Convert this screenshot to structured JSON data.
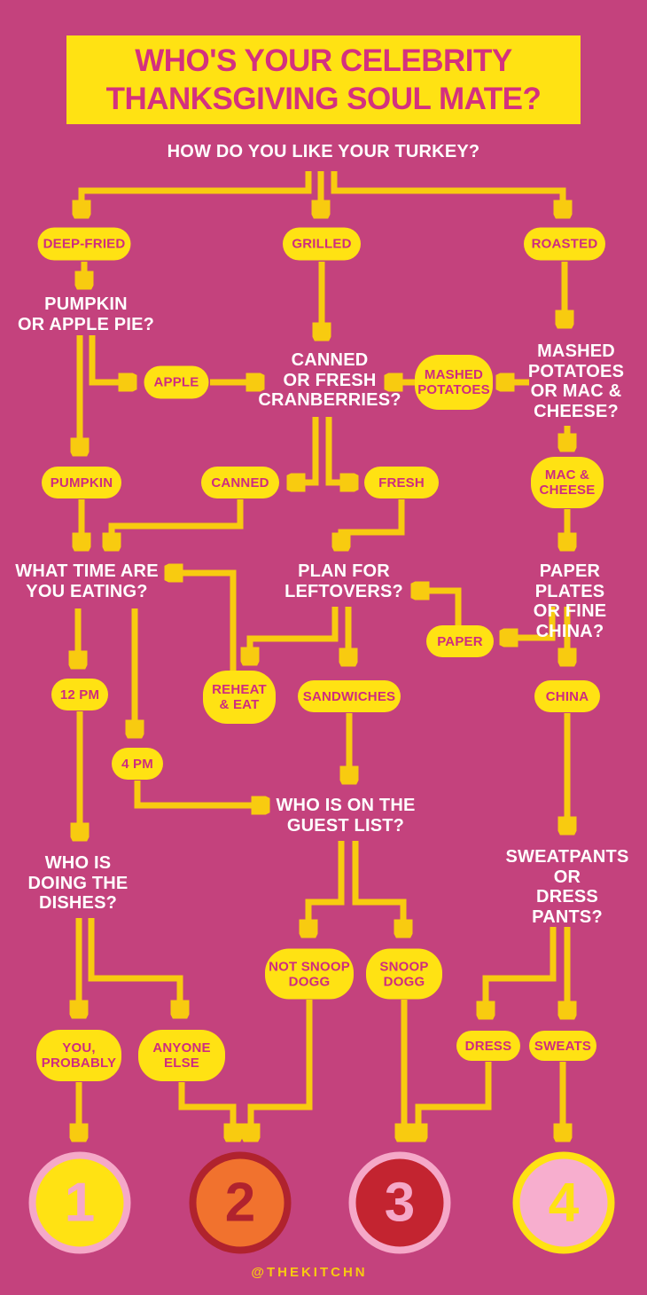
{
  "header": {
    "title": "WHO'S YOUR CELEBRITY\nTHANKSGIVING SOUL MATE?"
  },
  "questions": {
    "turkey": "HOW DO YOU LIKE YOUR TURKEY?",
    "pie": "PUMPKIN\nOR APPLE PIE?",
    "cranberries": "CANNED\nOR FRESH\nCRANBERRIES?",
    "sides": "MASHED\nPOTATOES\nOR MAC &\nCHEESE?",
    "time": "WHAT TIME ARE\nYOU EATING?",
    "leftovers": "PLAN FOR\nLEFTOVERS?",
    "plates": "PAPER PLATES\nOR FINE CHINA?",
    "guest_list": "WHO IS ON THE\nGUEST LIST?",
    "dishes": "WHO IS\nDOING THE\nDISHES?",
    "pants": "SWEATPANTS\nOR\nDRESS PANTS?"
  },
  "answers": {
    "deep_fried": "DEEP-FRIED",
    "grilled": "GRILLED",
    "roasted": "ROASTED",
    "apple": "APPLE",
    "mashed_potatoes": "MASHED\nPOTATOES",
    "pumpkin": "PUMPKIN",
    "canned": "CANNED",
    "fresh": "FRESH",
    "mac_cheese": "MAC &\nCHEESE",
    "pm12": "12 PM",
    "pm4": "4 PM",
    "reheat_eat": "REHEAT\n& EAT",
    "sandwiches": "SANDWICHES",
    "paper": "PAPER",
    "china": "CHINA",
    "not_snoop_dogg": "NOT SNOOP\nDOGG",
    "snoop_dogg": "SNOOP\nDOGG",
    "you_probably": "YOU,\nPROBABLY",
    "anyone_else": "ANYONE\nELSE",
    "dress": "DRESS",
    "sweats": "SWEATS"
  },
  "results": [
    {
      "number": "1",
      "fill": "#FFE213",
      "ring": "#F5A8C8",
      "numeral": "#F5A8C8"
    },
    {
      "number": "2",
      "fill": "#F1722E",
      "ring": "#B0232E",
      "numeral": "#B0232E"
    },
    {
      "number": "3",
      "fill": "#C32430",
      "ring": "#F5A8C8",
      "numeral": "#F5A8C8"
    },
    {
      "number": "4",
      "fill": "#F7AECE",
      "ring": "#FFE213",
      "numeral": "#FFE213"
    }
  ],
  "footer": {
    "credit": "@THEKITCHN"
  },
  "colors": {
    "background": "#C4427D",
    "node_yellow": "#FFE213",
    "arrow_gold": "#F8CB10",
    "pill_text_pink": "#CE2C80",
    "title_pink": "#D4317F",
    "question_white": "#FFFFFF"
  }
}
